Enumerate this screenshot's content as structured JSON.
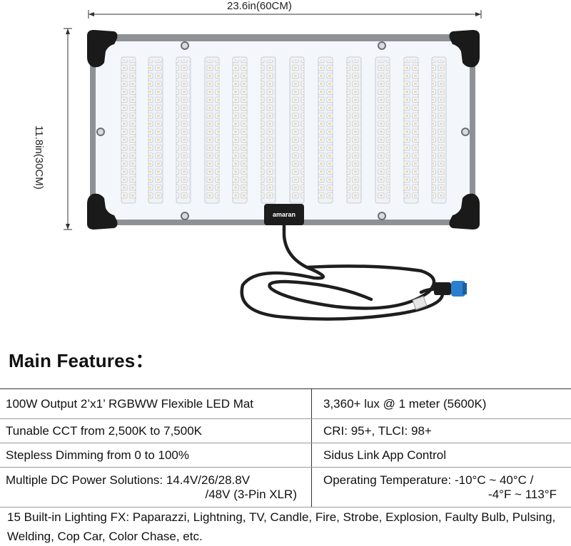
{
  "dimensions": {
    "width_label": "23.6in(60CM)",
    "height_label": "11.8in(30CM)"
  },
  "product": {
    "brand_label": "amaran",
    "panel_color": "#f3f6fa",
    "frame_color": "#8e9297",
    "corner_color": "#1a1a1a",
    "connector_color": "#2a7fd0"
  },
  "title": "Main Features：",
  "features": [
    {
      "left": [
        "100W Output 2’x1’ RGBWW Flexible LED Mat"
      ],
      "right": [
        "3,360+ lux @ 1 meter (5600K)"
      ]
    },
    {
      "left": [
        "Tunable CCT from 2,500K to 7,500K"
      ],
      "right": [
        "CRI: 95+, TLCI: 98+"
      ]
    },
    {
      "left": [
        "Stepless Dimming from 0 to 100%"
      ],
      "right": [
        "Sidus Link App Control"
      ]
    },
    {
      "left": [
        "Multiple DC Power Solutions: 14.4V/26/28.8V",
        "/48V (3-Pin XLR)"
      ],
      "right": [
        "Operating Temperature: -10°C ~ 40°C /",
        "-4°F ~ 113°F"
      ]
    }
  ],
  "fx_text": "15 Built-in Lighting FX: Paparazzi, Lightning, TV, Candle, Fire, Strobe, Explosion, Faulty Bulb, Pulsing, Welding, Cop Car, Color Chase, etc."
}
